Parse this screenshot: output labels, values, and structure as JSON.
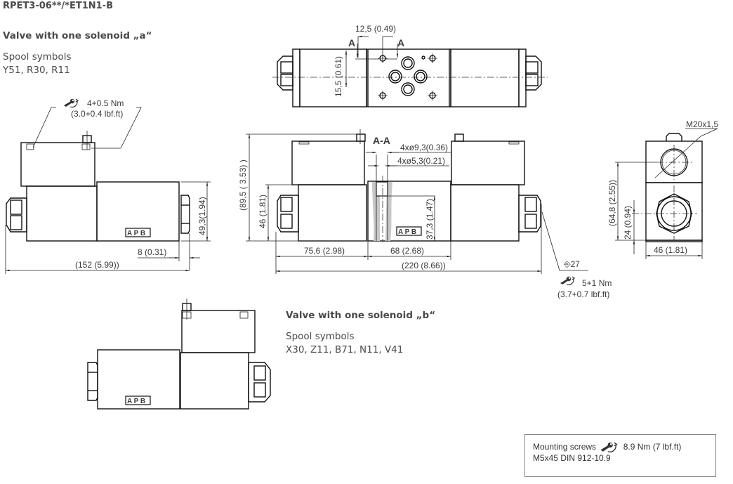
{
  "header": {
    "model_code": "RPET3-06**/*ET1N1-B"
  },
  "variant_a": {
    "heading": "Valve with one solenoid „a“",
    "spool_label": "Spool symbols",
    "spool_symbols": "Y51, R30, R11"
  },
  "variant_b": {
    "heading": "Valve with one solenoid „b“",
    "spool_label": "Spool symbols",
    "spool_symbols": "X30, Z11, B71, N11, V41"
  },
  "top_view": {
    "dim_width": "12,5 (0.49)",
    "dim_height": "15,5 (0.61)",
    "section_mark_left": "A",
    "section_mark_right": "A"
  },
  "left_view": {
    "torque_value": "4+0.5 Nm",
    "torque_imperial": "(3.0+0.4 lbf.ft)",
    "dim_height": "49,3(1.94)",
    "dim_offset": "8 (0.31)",
    "dim_total_length": "(152 (5.99))",
    "port_label": "A P B"
  },
  "front_view": {
    "section_title": "A-A",
    "dim_bore_large": "4xø9,3(0.36)",
    "dim_bore_small": "4xø5,3(0.21)",
    "dim_total_height": "(89,5 ( 3.53) )",
    "dim_body_height": "46 (1.81)",
    "dim_bore_depth": "37,3 (1.47)",
    "dim_left_length": "75,6 (2.98)",
    "dim_body_length": "68 (2.68)",
    "dim_total_length": "(220 (8.66))",
    "hex_size": "⎆27",
    "torque_value": "5+1 Nm",
    "torque_imperial": "(3.7+0.7 lbf.ft)",
    "port_label": "A P B"
  },
  "side_view": {
    "thread": "M20x1,5",
    "dim_connector_height": "(64,8 (2.55))",
    "dim_axis_height": "24 (0.94)",
    "dim_width": "46 (1.81)"
  },
  "bottom_view": {
    "port_label": "A P B"
  },
  "mounting_note": {
    "line1_label": "Mounting screws",
    "line1_torque": "8.9 Nm (7 lbf.ft)",
    "line2": "M5x45 DIN 912-10.9"
  },
  "icons": {
    "torque": "wrench-torque-icon",
    "hex": "hexagon-icon"
  }
}
